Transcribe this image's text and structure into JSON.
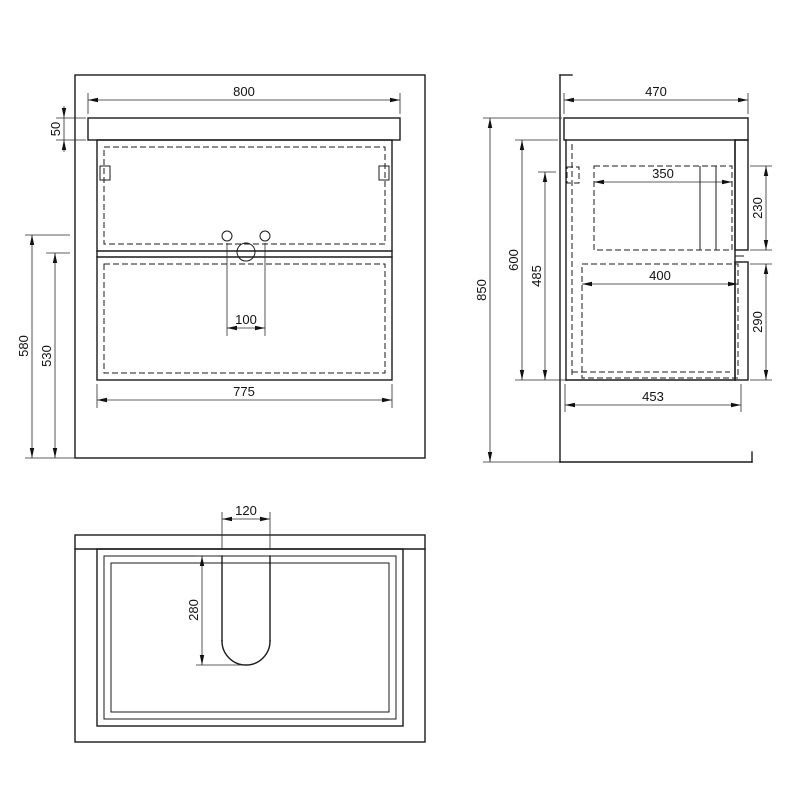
{
  "front_view": {
    "width_top": "800",
    "countertop_thickness": "50",
    "faucet_height": "580",
    "drain_height": "530",
    "faucet_spacing": "100",
    "cabinet_width": "775"
  },
  "side_view": {
    "countertop_depth": "470",
    "overall_height": "850",
    "cabinet_height": "600",
    "inner_height": "485",
    "top_drawer_depth": "350",
    "top_drawer_height": "230",
    "bottom_drawer_depth": "400",
    "bottom_drawer_height": "290",
    "cabinet_depth": "453"
  },
  "top_view": {
    "cutout_width": "120",
    "cutout_depth": "280"
  }
}
